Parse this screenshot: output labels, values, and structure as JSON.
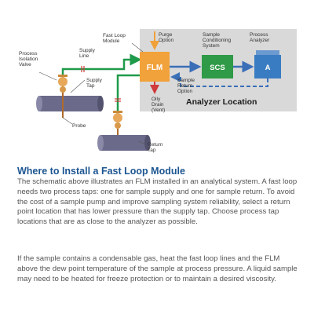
{
  "diagram": {
    "labels": {
      "fast_loop_module": [
        "Fast Loop",
        "Module"
      ],
      "purge_option": [
        "Purge",
        "Option"
      ],
      "sample_conditioning_system": [
        "Sample",
        "Conditioning",
        "System"
      ],
      "process_analyzer": [
        "Process",
        "Analyzer"
      ],
      "process_isolation_valve": [
        "Process",
        "Isolation",
        "Valve"
      ],
      "supply_line": [
        "Supply",
        "Line"
      ],
      "supply_tap": [
        "Supply",
        "Tap"
      ],
      "probe": "Probe",
      "sample_return_option": [
        "Sample",
        "Return",
        "Option"
      ],
      "oily_drain": [
        "Oily",
        "Drain",
        "(Vent)"
      ],
      "return_tap": [
        "Return",
        "Tap"
      ],
      "analyzer_location": "Analyzer Location"
    },
    "boxes": {
      "flm": "FLM",
      "scs": "SCS",
      "analyzer": "A"
    },
    "colors": {
      "flm": "#f2a23a",
      "scs": "#2f9a47",
      "analyzer": "#3a7cc1",
      "location_bg": "#d9d9d9",
      "line_green": "#1f9a4a",
      "line_blue": "#3a6fb8",
      "line_orange": "#f0a13a",
      "line_red": "#d03a3a",
      "pipe": "#6b6a8a",
      "valve": "#e8a85a"
    }
  },
  "text": {
    "heading": "Where to Install a Fast Loop Module",
    "paragraph1": "The schematic above illustrates an FLM installed in an analytical system. A fast loop needs two process taps: one for sample supply and one for sample return. To avoid the cost of a sample pump and improve sampling system reliability, select a return point location that has lower pressure than the supply tap. Choose process tap locations that are as close to the analyzer as possible.",
    "paragraph2": "If the sample contains a condensable gas, heat the fast loop lines and the FLM above the dew point temperature of the sample at process pressure. A liquid sample may need to be heated for freeze protection or to maintain a desired viscosity."
  }
}
